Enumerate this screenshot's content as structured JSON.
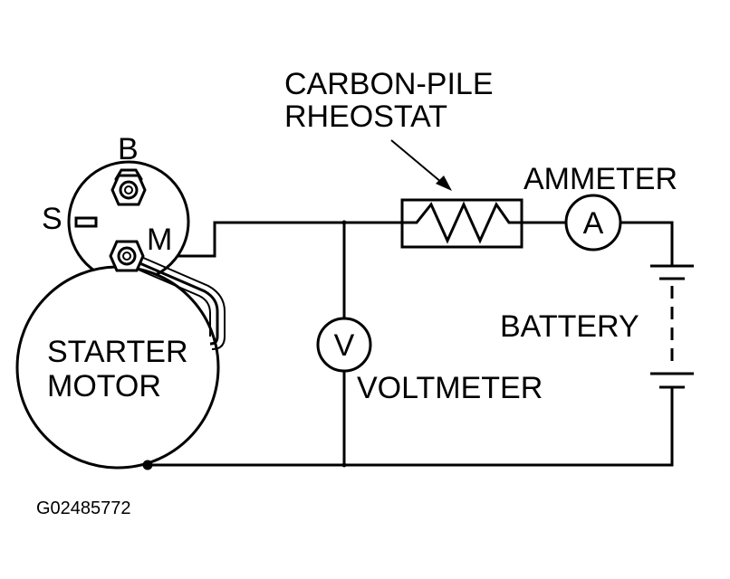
{
  "labels": {
    "rheostat_line1": "CARBON-PILE",
    "rheostat_line2": "RHEOSTAT",
    "ammeter": "AMMETER",
    "ammeter_symbol": "A",
    "battery": "BATTERY",
    "voltmeter": "VOLTMETER",
    "voltmeter_symbol": "V",
    "starter_line1": "STARTER",
    "starter_line2": "MOTOR",
    "terminal_b": "B",
    "terminal_s": "S",
    "terminal_m": "M",
    "figure_code": "G02485772"
  }
}
